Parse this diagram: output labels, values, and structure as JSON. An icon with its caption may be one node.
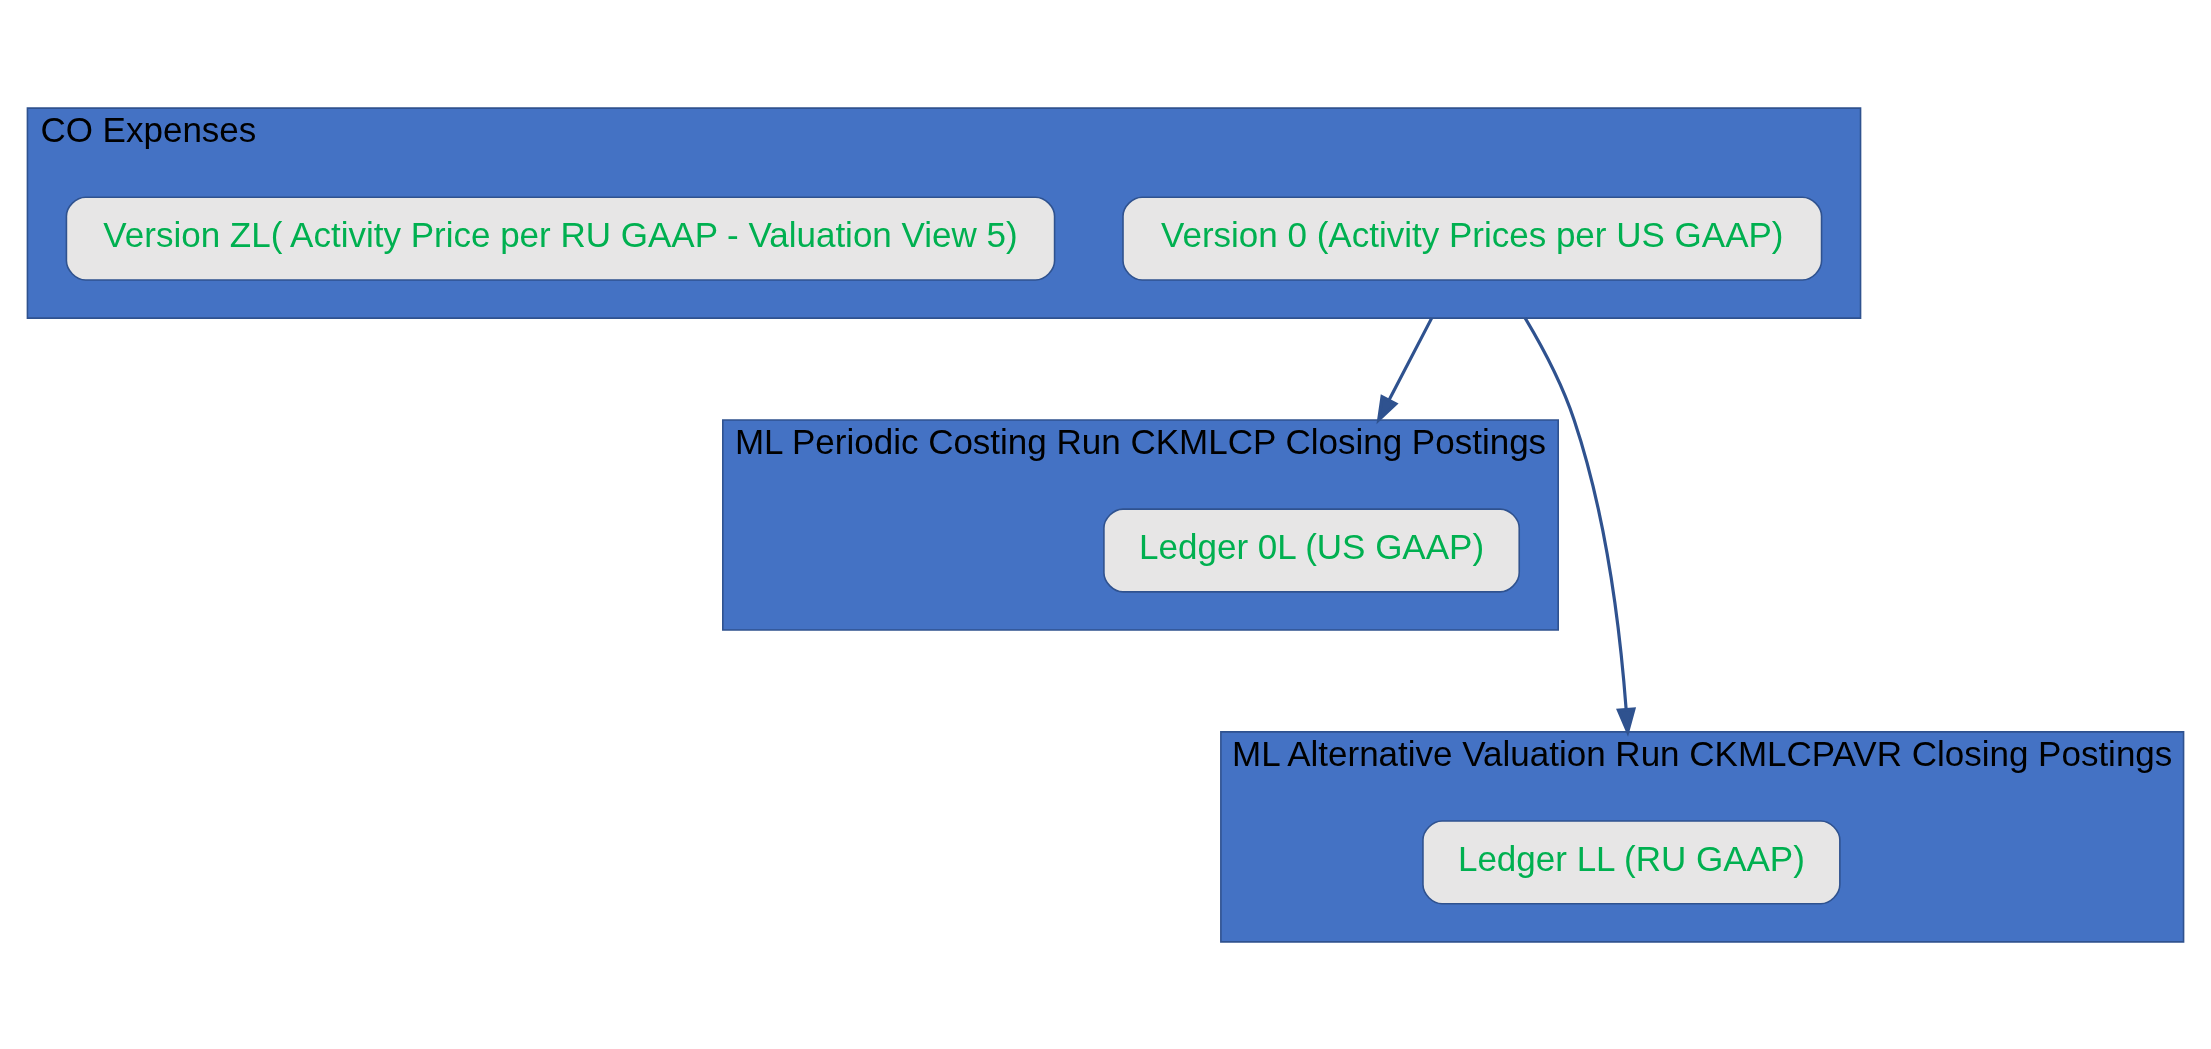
{
  "diagram": {
    "nodes": [
      {
        "text": [
          "CO Expenses"
        ]
      },
      {
        "text": [
          "Version 0 (Activity Prices per US GAAP)"
        ],
        "in": 0
      },
      {
        "text": [
          "Version ZL( Activity Price per RU GAAP - Valuation View 5)"
        ],
        "in": 0
      },
      {
        "text": [
          "ML Periodic Costing Run CKMLCP Closing Postings"
        ]
      },
      {
        "text": [
          "Ledger 0L (US GAAP)"
        ],
        "in": 3
      },
      {
        "text": [
          "ML Alternative Valuation Run CKMLCPAVR Closing Postings"
        ]
      },
      {
        "text": [
          "Ledger LL (RU GAAP)"
        ],
        "in": 5
      }
    ],
    "edges": [
      {
        "from": 0,
        "to": 3,
        "arrow": "to"
      },
      {
        "from": 0,
        "to": 5,
        "arrow": "to"
      }
    ]
  }
}
